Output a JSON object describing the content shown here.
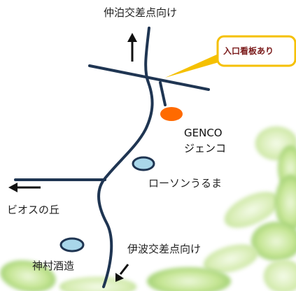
{
  "labels": {
    "north_direction": "仲泊交差点向け",
    "south_direction": "伊波交差点向け",
    "west_direction": "ビオスの丘",
    "entrance_sign": "入口看板あり",
    "genco_en": "GENCO",
    "genco_jp": "ジェンコ",
    "lawson": "ローソンうるま",
    "kamimura": "神村酒造"
  },
  "colors": {
    "road": "#1f3552",
    "genco_marker": "#ff6a00",
    "landmark_fill": "#a9d7ea",
    "landmark_stroke": "#1f3552",
    "callout_border": "#f5c000",
    "callout_text": "#7a1a1a",
    "leaf_green": "#a7d36a"
  },
  "icons": {
    "north_arrow": "arrow-up-icon",
    "south_arrow": "arrow-down-left-icon",
    "west_arrow": "arrow-left-icon"
  }
}
